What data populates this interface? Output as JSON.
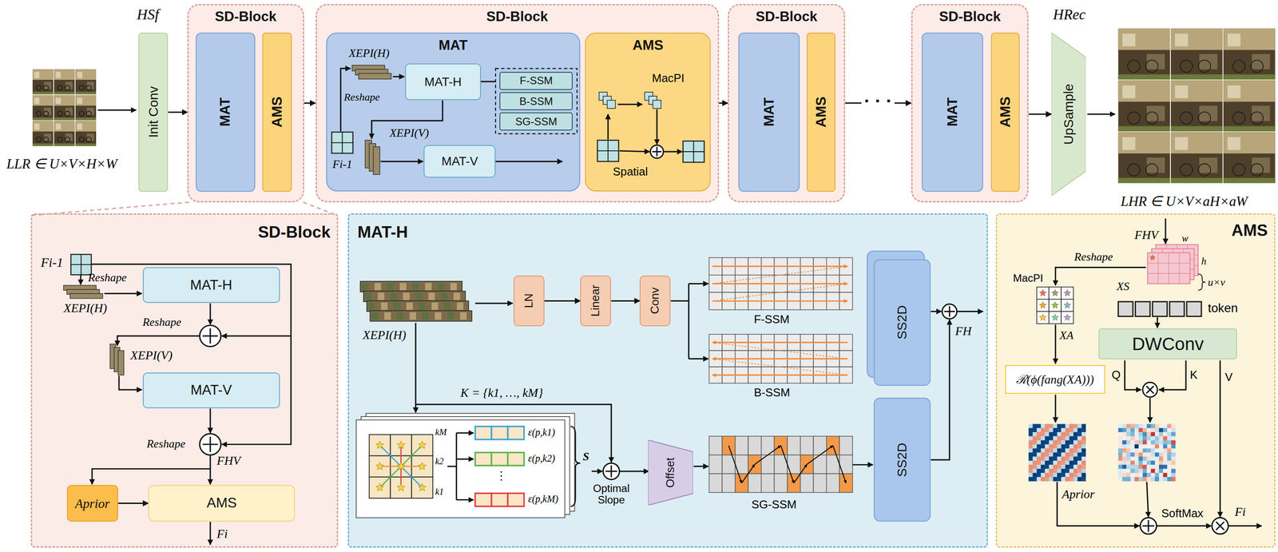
{
  "diagram": {
    "nodes": [
      {
        "text": [
          "Init Conv"
        ]
      },
      {
        "text": [
          "SD-Block"
        ]
      },
      {
        "text": [
          "MAT"
        ],
        "in": 1
      },
      {
        "text": [
          "AMS"
        ],
        "in": 1
      },
      {
        "text": [
          "SD-Block"
        ]
      },
      {
        "text": [
          "MAT"
        ],
        "in": 4
      },
      {
        "text": [
          "MAT-H"
        ],
        "in": 5
      },
      {
        "text": [
          "F-SSM"
        ],
        "in": 5
      },
      {
        "text": [
          "B-SSM"
        ],
        "in": 5
      },
      {
        "text": [
          "SG-SSM"
        ],
        "in": 5
      },
      {
        "text": [
          "MAT-V"
        ],
        "in": 5
      },
      {
        "text": [
          "AMS"
        ],
        "in": 4
      },
      {
        "text": [
          "SD-Block"
        ]
      },
      {
        "text": [
          "MAT"
        ],
        "in": 12
      },
      {
        "text": [
          "AMS"
        ],
        "in": 12
      },
      {
        "text": [
          "SD-Block"
        ]
      },
      {
        "text": [
          "MAT"
        ],
        "in": 15
      },
      {
        "text": [
          "AMS"
        ],
        "in": 15
      },
      {
        "text": [
          "UpSample"
        ]
      },
      {
        "text": [
          "SD-Block"
        ]
      },
      {
        "text": [
          "MAT-H"
        ],
        "in": 19
      },
      {
        "text": [
          "MAT-V"
        ],
        "in": 19
      },
      {
        "text": [
          "Aprior"
        ],
        "in": 19
      },
      {
        "text": [
          "AMS"
        ],
        "in": 19
      },
      {
        "text": [
          "MAT-H"
        ]
      },
      {
        "text": [
          "LN"
        ],
        "in": 24
      },
      {
        "text": [
          "Linear"
        ],
        "in": 24
      },
      {
        "text": [
          "Conv"
        ],
        "in": 24
      },
      {
        "text": [
          "SS2D"
        ],
        "in": 24
      },
      {
        "text": [
          "Offset"
        ],
        "in": 24
      },
      {
        "text": [
          "SS2D"
        ],
        "in": 24
      },
      {
        "text": [
          "AMS"
        ]
      },
      {
        "text": [
          "DWConv"
        ],
        "in": 31
      },
      {
        "text": [
          "ℛ(ϕ(fang(XA)))"
        ],
        "in": 31
      }
    ],
    "edges": [
      {
        "from": 0,
        "to": 1,
        "arrow": "to"
      },
      {
        "from": 1,
        "to": 4,
        "arrow": "to"
      },
      {
        "from": 4,
        "to": 12,
        "arrow": "to"
      },
      {
        "from": 12,
        "to": 15,
        "arrow": "to"
      },
      {
        "from": 15,
        "to": 18,
        "arrow": "to"
      },
      {
        "from": 22,
        "to": 23,
        "arrow": "to"
      },
      {
        "from": 25,
        "to": 26,
        "arrow": "to"
      },
      {
        "from": 26,
        "to": 27,
        "arrow": "to"
      }
    ],
    "labels": [
      "LLR ∈ U×V×H×W",
      "HSf",
      "XEPI(H)",
      "Reshape",
      "Fi-1",
      "XEPI(V)",
      "MacPI",
      "Spatial",
      "· · ·",
      "HRec",
      "LHR ∈ U×V×aH×aW",
      "Fi-1",
      "Reshape",
      "XEPI(H)",
      "Reshape",
      "XEPI(V)",
      "Reshape",
      "FHV",
      "Fi",
      "XEPI(H)",
      "F-SSM",
      "B-SSM",
      "SG-SSM",
      "FH",
      "K = {k1, …, kM}",
      "kM",
      "k2",
      "k1",
      "ε(p,k1)",
      "ε(p,k2)",
      "⋮",
      "ε(p,kM)",
      "S",
      "Optimal Slope",
      "FHV",
      "w",
      "h",
      "u×v",
      "token",
      "Reshape",
      "MacPI",
      "XS",
      "XA",
      "Q",
      "K",
      "V",
      "Aprior",
      "SoftMax",
      "Fi"
    ]
  }
}
